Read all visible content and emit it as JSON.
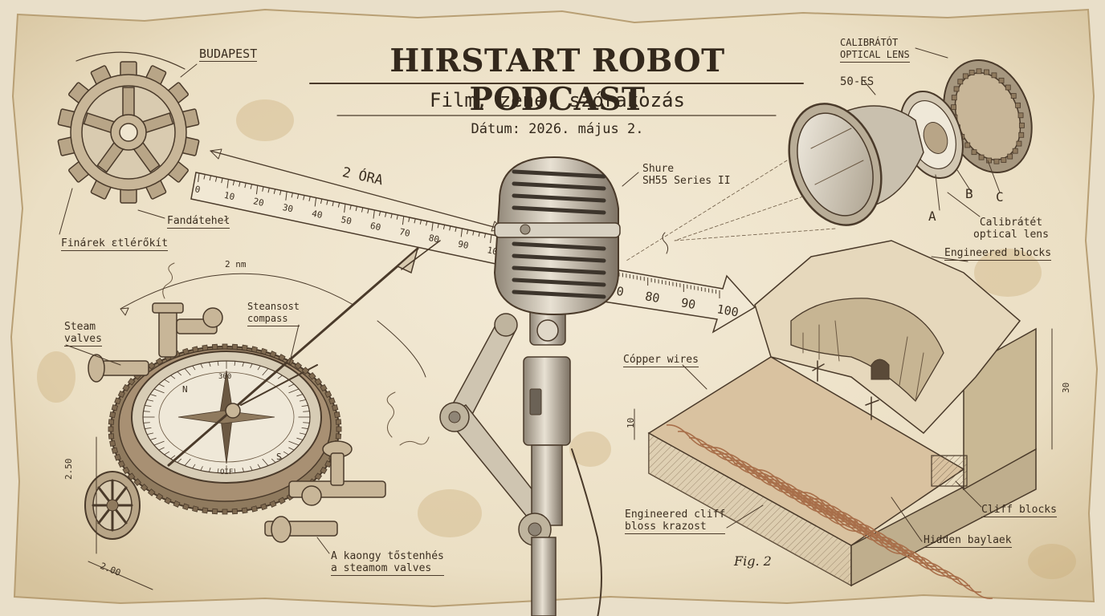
{
  "header": {
    "title": "HIRSTART ROBOT PODCAST",
    "subtitle": "Film, zene, szórakozás",
    "date": "Dátum: 2026. május 2."
  },
  "labels": {
    "budapest": "BUDAPEST",
    "fandateheł": "Fandáteheł",
    "finarek": "Finárek ɛtlérőkít",
    "duration": "2 ÓRA",
    "dim_2nm": "2 nm",
    "steam_valves": "Steam\nvalves",
    "steansost": "Steansost\ncompass",
    "kaongy": "A kaongy tőstenhés\na steamom valves",
    "dim_250": "2.50",
    "dim_200": "2.00",
    "shure": "Shure\nSH55 Series II",
    "calibratot": "CALIBRÁTÓT\nOPTICAL LENS",
    "lens_50": "50-ES",
    "lens_a": "A",
    "lens_b": "B",
    "lens_c": "C",
    "calibratet": "Calibrátét\noptical lens",
    "engineered_blocks": "Engineered blocks",
    "copper_wires": "Cópper wires",
    "engineered_cliff": "Engineered cliff\nbloss krazost",
    "hidden": "Hidden baylaek",
    "cliff_blocks": "Cliff blocks",
    "dim_30": "30",
    "dim_10": "10",
    "fig": "Fig. 2"
  },
  "ruler": {
    "ticks": [
      "0",
      "10",
      "20",
      "30",
      "40",
      "50",
      "60",
      "70",
      "80",
      "90",
      "100"
    ]
  },
  "arrow_ruler": {
    "ticks": [
      "70",
      "80",
      "90",
      "100"
    ]
  },
  "compass": {
    "north": "N",
    "south": "S",
    "top": "300",
    "bottom": "OIF"
  },
  "colors": {
    "paper": "#efe5cf",
    "paper_dark": "#d8c7a4",
    "ink": "#4a3a2a",
    "stain": "#c9a873",
    "copper": "#c89878"
  }
}
